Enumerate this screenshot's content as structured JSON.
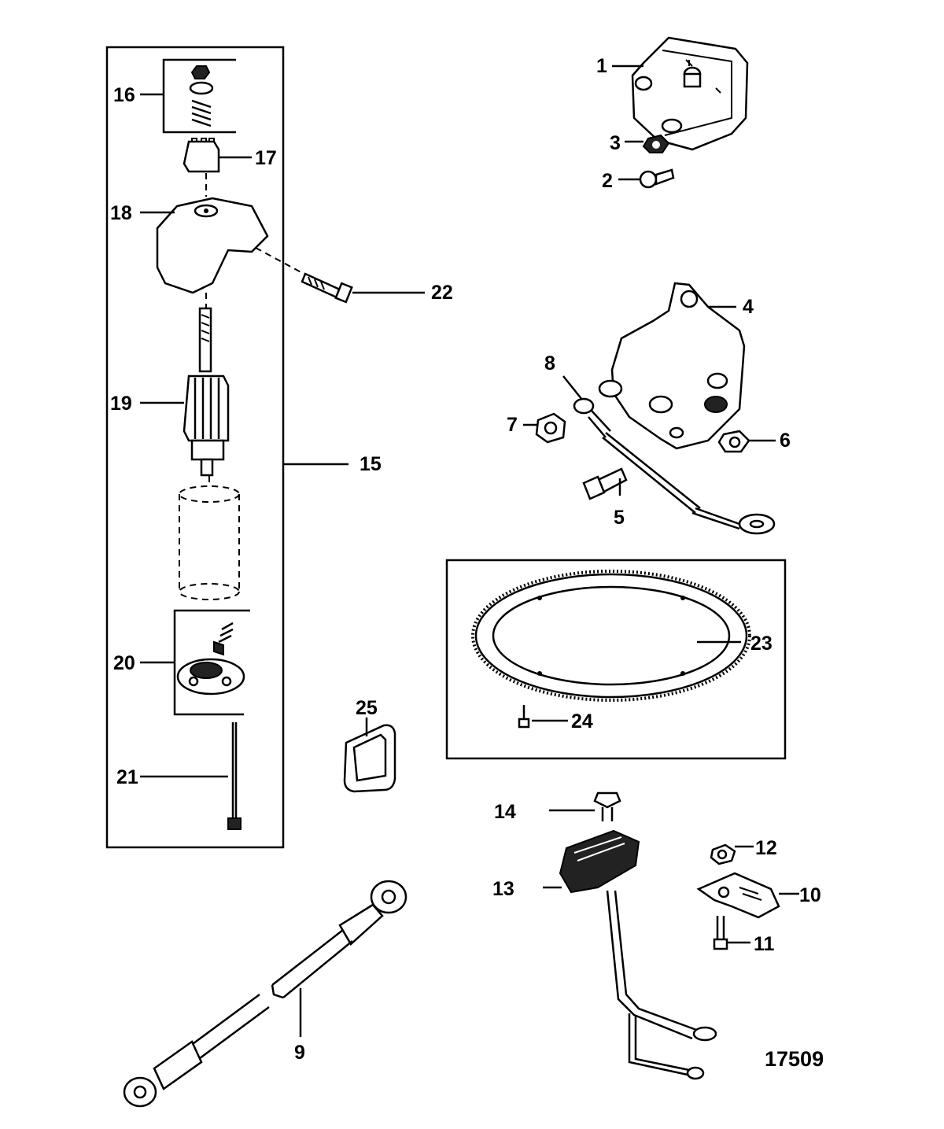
{
  "callouts": {
    "c1": "1",
    "c2": "2",
    "c3": "3",
    "c4": "4",
    "c5": "5",
    "c6": "6",
    "c7": "7",
    "c8": "8",
    "c9": "9",
    "c10": "10",
    "c11": "11",
    "c12": "12",
    "c13": "13",
    "c14": "14",
    "c15": "15",
    "c16": "16",
    "c17": "17",
    "c18": "18",
    "c19": "19",
    "c20": "20",
    "c21": "21",
    "c22": "22",
    "c23": "23",
    "c24": "24",
    "c25": "25"
  },
  "figure_number": "17509"
}
